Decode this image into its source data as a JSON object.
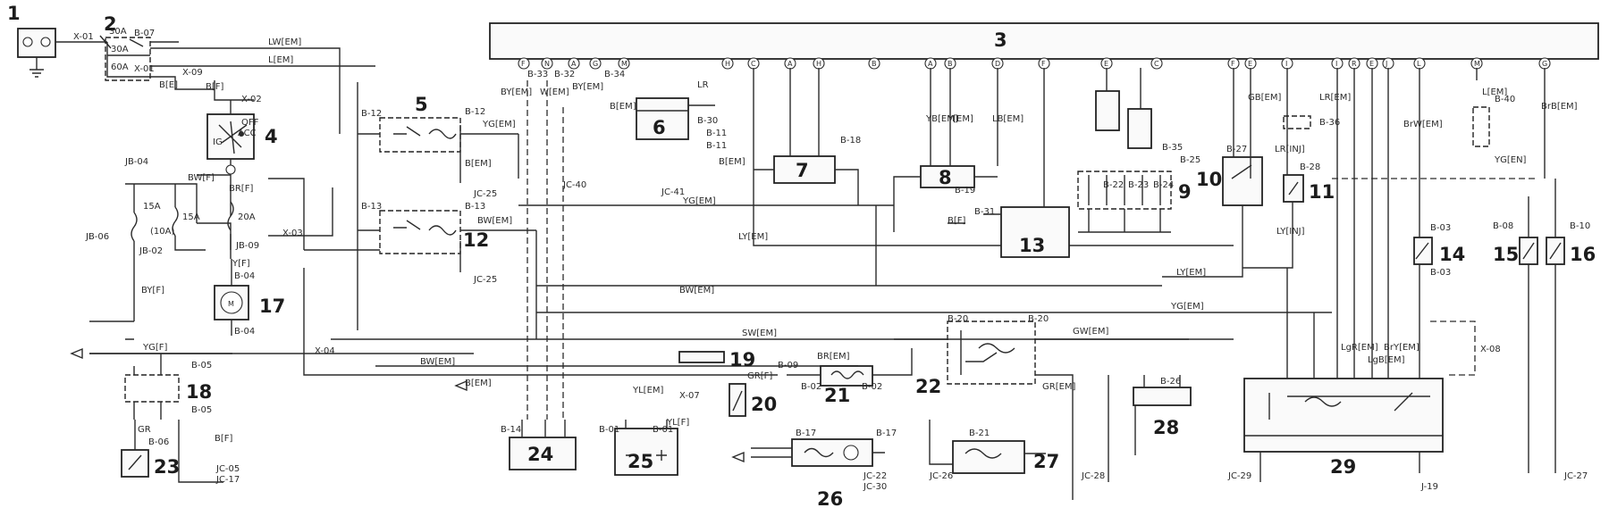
{
  "components": [
    {
      "id": "c1",
      "label": "1"
    },
    {
      "id": "c2",
      "label": "2"
    },
    {
      "id": "c3",
      "label": "3"
    },
    {
      "id": "c4",
      "label": "4"
    },
    {
      "id": "c5",
      "label": "5"
    },
    {
      "id": "c6",
      "label": "6"
    },
    {
      "id": "c7",
      "label": "7"
    },
    {
      "id": "c8",
      "label": "8"
    },
    {
      "id": "c9",
      "label": "9"
    },
    {
      "id": "c10",
      "label": "10"
    },
    {
      "id": "c11",
      "label": "11"
    },
    {
      "id": "c12",
      "label": "12"
    },
    {
      "id": "c13",
      "label": "13"
    },
    {
      "id": "c14",
      "label": "14"
    },
    {
      "id": "c15",
      "label": "15"
    },
    {
      "id": "c16",
      "label": "16"
    },
    {
      "id": "c17",
      "label": "17"
    },
    {
      "id": "c18",
      "label": "18"
    },
    {
      "id": "c19",
      "label": "19"
    },
    {
      "id": "c20",
      "label": "20"
    },
    {
      "id": "c21",
      "label": "21"
    },
    {
      "id": "c22",
      "label": "22"
    },
    {
      "id": "c23",
      "label": "23"
    },
    {
      "id": "c24",
      "label": "24"
    },
    {
      "id": "c25",
      "label": "25"
    },
    {
      "id": "c26",
      "label": "26"
    },
    {
      "id": "c27",
      "label": "27"
    },
    {
      "id": "c28",
      "label": "28"
    },
    {
      "id": "c29",
      "label": "29"
    }
  ],
  "fuses": [
    "30A",
    "30A",
    "60A",
    "15A",
    "15A",
    "20A"
  ],
  "switch_positions": [
    "OFF",
    "ACC",
    "IG"
  ],
  "pins": [
    "F",
    "N",
    "A",
    "G",
    "M",
    "H",
    "C",
    "A",
    "H",
    "B",
    "A",
    "B",
    "D",
    "F",
    "E",
    "C",
    "F",
    "E",
    "I",
    "I",
    "R",
    "E",
    "J",
    "L",
    "M",
    "G"
  ],
  "labels": [
    "X-01",
    "B-07",
    "LW[EM]",
    "L[EM]",
    "X-01",
    "B[E]",
    "X-09",
    "B[F]",
    "X-02",
    "B-33",
    "B-32",
    "B-34",
    "BY[EM]",
    "W[EM]",
    "BY[EM]",
    "B[EM]",
    "B-12",
    "B-12",
    "YG[EM]",
    "B-13",
    "B-13",
    "BW[EM]",
    "B[EM]",
    "JC-25",
    "JC-25",
    "JC-40",
    "JC-41",
    "LR",
    "B-30",
    "B-11",
    "B-11",
    "B[EM]",
    "B-18",
    "YG[EM]",
    "LY[EM]",
    "LY[EM]",
    "BW[EM]",
    "YG[EM]",
    "SW[EM]",
    "BW[EM]",
    "BW[F]",
    "BR[F]",
    "BY[F]",
    "YG[F]",
    "Y[F]",
    "B-04",
    "B-04",
    "B-05",
    "B-05",
    "GR",
    "B-06",
    "B[F]",
    "JC-05",
    "JC-17",
    "JB-04",
    "JB-06",
    "JB-02",
    "JB-09",
    "(10A)",
    "X-03",
    "X-04",
    "B[EM]",
    "B-14",
    "B-01",
    "B-01",
    "YL[EM]",
    "X-07",
    "YL[F]",
    "GR[F]",
    "B-09",
    "B-02",
    "B-02",
    "BR[EM]",
    "B-20",
    "B-20",
    "GW[EM]",
    "GR[EM]",
    "B-17",
    "B-17",
    "B-21",
    "B-19",
    "JC-22",
    "JC-30",
    "JC-26",
    "JC-28",
    "B-26",
    "JC-29",
    "J-19",
    "JC-27",
    "B-03",
    "B-03",
    "B-08",
    "B-10",
    "B-40",
    "YG[EN]",
    "BrB[EM]",
    "BrW[EM]",
    "LR[INJ]",
    "LY[INJ]",
    "B-28",
    "B-27",
    "B-35",
    "B-31",
    "B[F]",
    "Y[EM]",
    "LB[EM]",
    "YB[EM]",
    "GB[EM]",
    "LgR[EM]",
    "LgB[EM]",
    "BrY[EM]",
    "LR[EM]",
    "L[EM]",
    "B-36",
    "B-25",
    "B-22",
    "B-23",
    "B-24",
    "X-08"
  ],
  "colors": {
    "ink": "#2b2b2b",
    "paper": "#ffffff"
  }
}
